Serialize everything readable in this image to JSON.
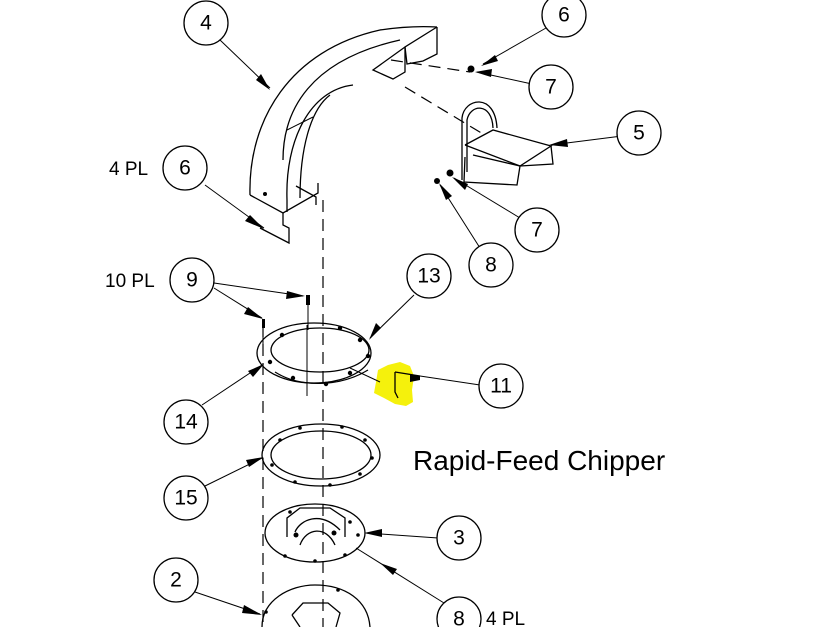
{
  "title": "Rapid-Feed Chipper",
  "highlight_color": "#f5f10c",
  "line_color": "#000000",
  "notes": {
    "four_pl_left": "4 PL",
    "ten_pl": "10 PL",
    "four_pl_bottom": "4 PL"
  },
  "callouts": [
    {
      "id": "c4",
      "label": "4",
      "part": "spout"
    },
    {
      "id": "c6a",
      "label": "6",
      "part": "bolt-top"
    },
    {
      "id": "c7a",
      "label": "7",
      "part": "washer-top"
    },
    {
      "id": "c5",
      "label": "5",
      "part": "deflector"
    },
    {
      "id": "c6b",
      "label": "6",
      "part": "bolt-left"
    },
    {
      "id": "c7b",
      "label": "7",
      "part": "washer-right"
    },
    {
      "id": "c8a",
      "label": "8",
      "part": "nut-right"
    },
    {
      "id": "c9",
      "label": "9",
      "part": "bolt-ring"
    },
    {
      "id": "c13",
      "label": "13",
      "part": "swivel-ring"
    },
    {
      "id": "c11",
      "label": "11",
      "part": "lock-pin"
    },
    {
      "id": "c14",
      "label": "14",
      "part": "ring-bottom"
    },
    {
      "id": "c15",
      "label": "15",
      "part": "bearing-ring"
    },
    {
      "id": "c3",
      "label": "3",
      "part": "base-plate"
    },
    {
      "id": "c2",
      "label": "2",
      "part": "housing"
    },
    {
      "id": "c8b",
      "label": "8",
      "part": "nut-bottom"
    }
  ]
}
